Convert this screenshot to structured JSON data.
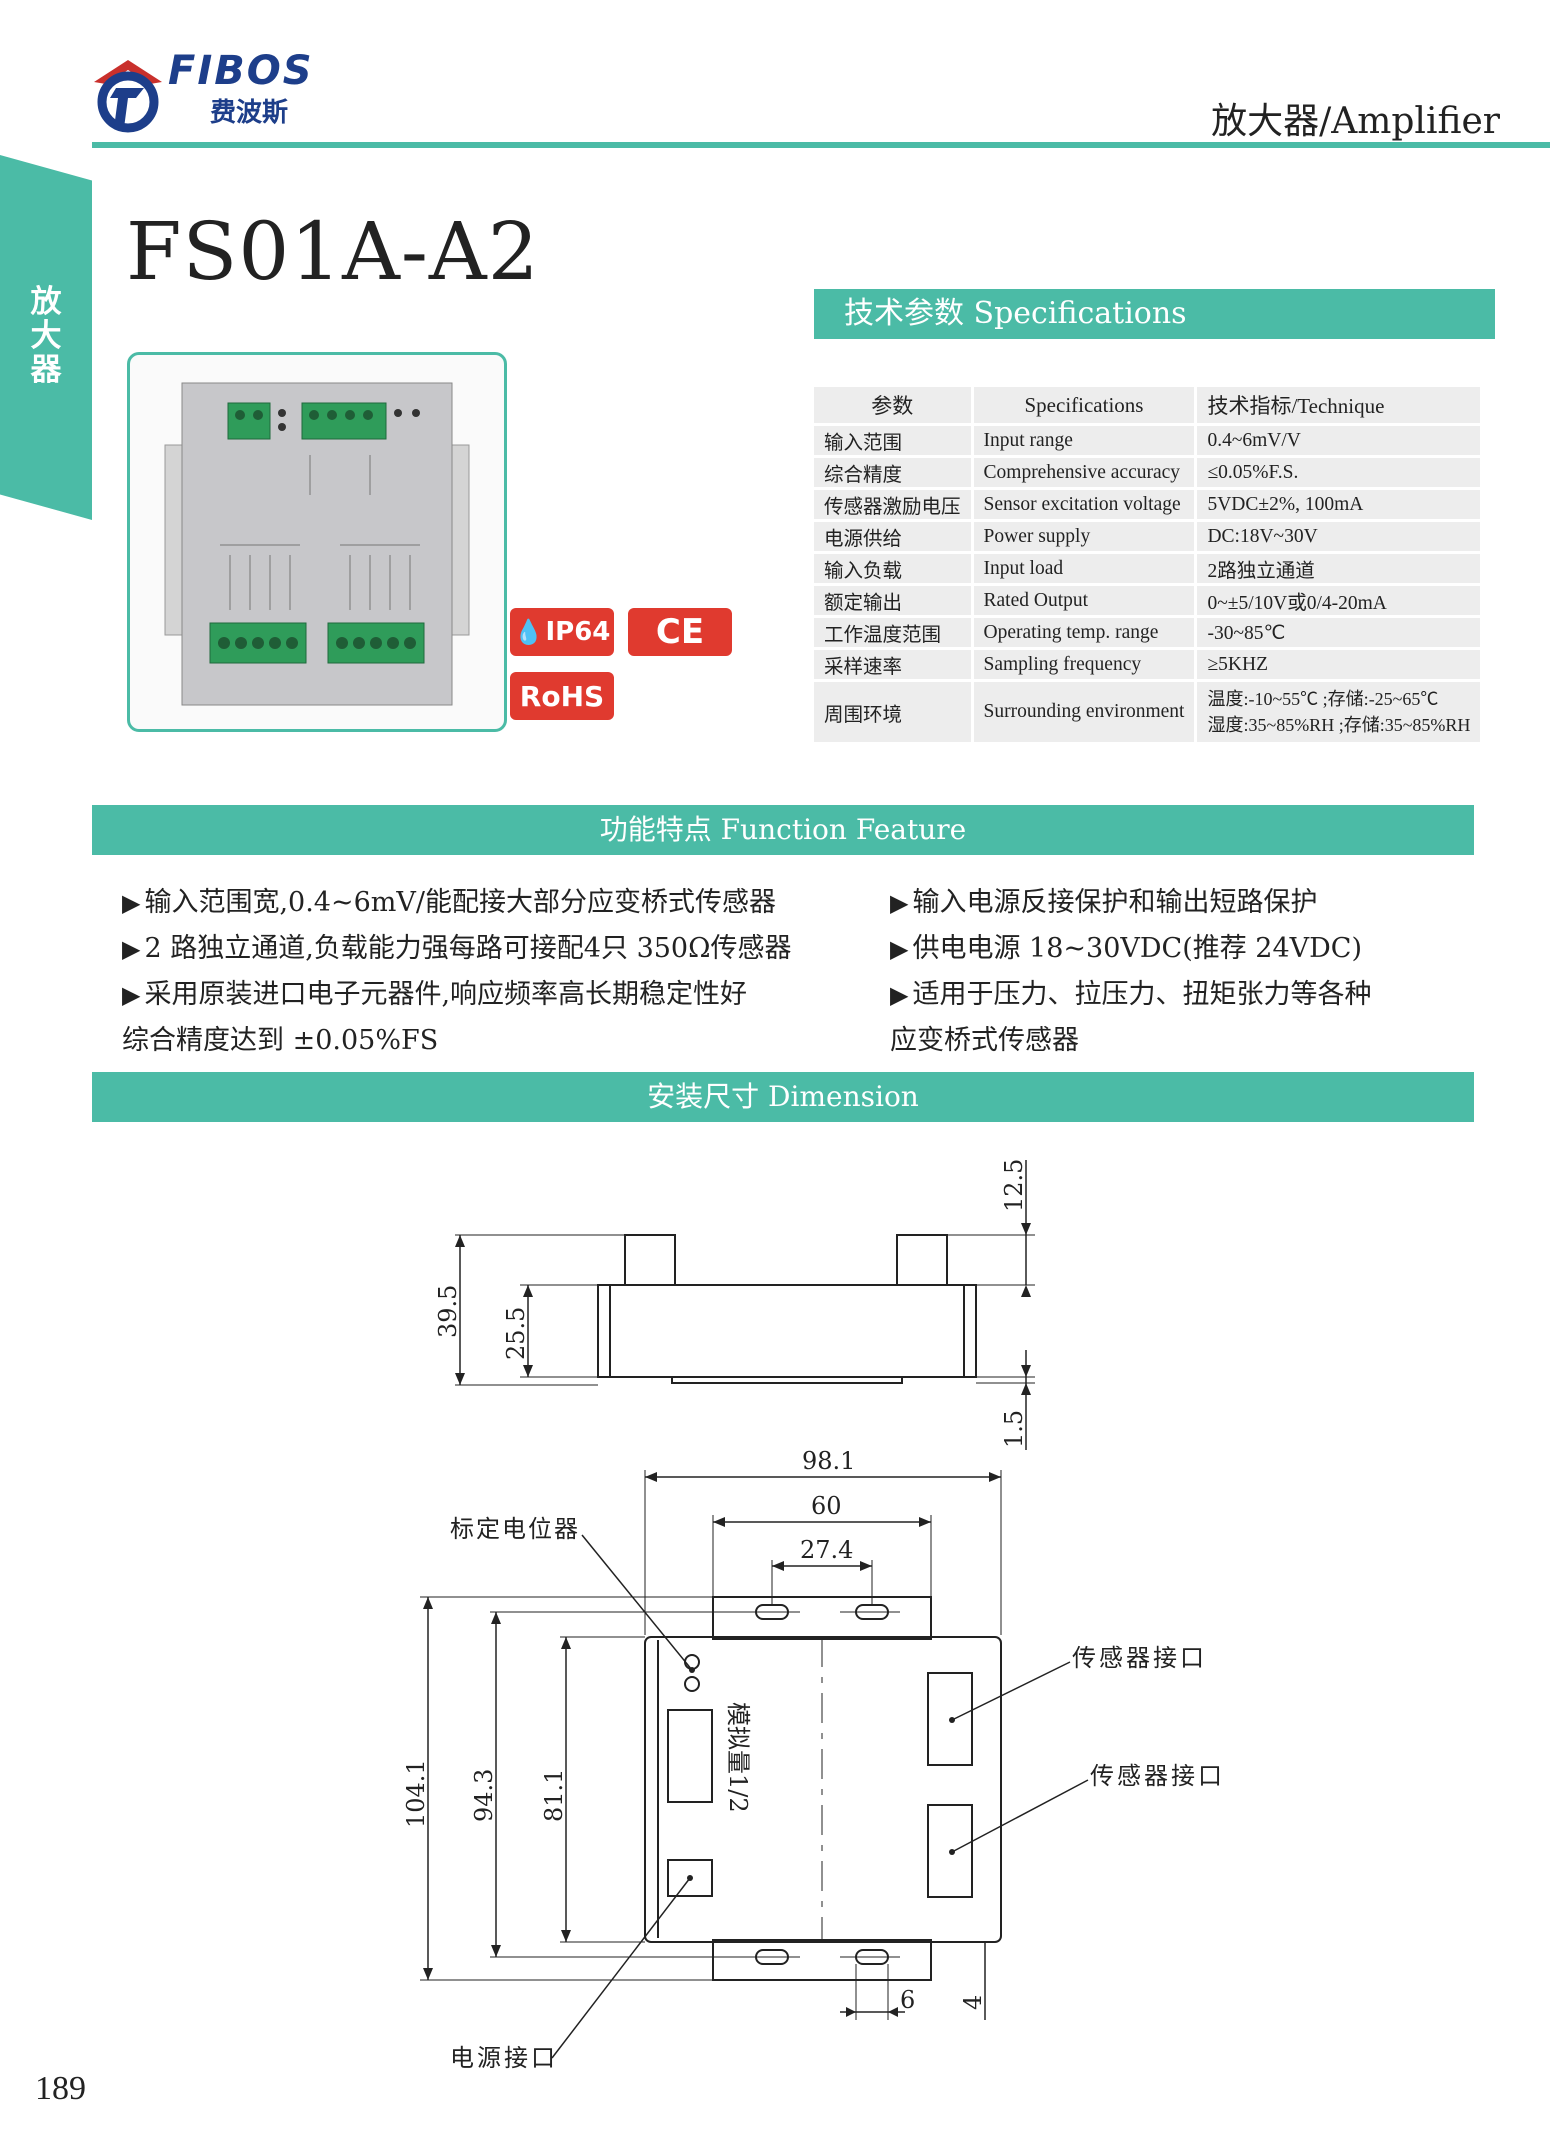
{
  "brand": {
    "logo_text": "FIBOS",
    "logo_cn": "费波斯"
  },
  "header": {
    "category": "放大器/Amplifier"
  },
  "side_tab": {
    "label": "放大器"
  },
  "product": {
    "model": "FS01A-A2"
  },
  "badges": {
    "ip": "IP64",
    "ce": "CE",
    "rohs": "RoHS"
  },
  "specifications": {
    "title": "技术参数 Specifications",
    "headers": [
      "参数",
      "Specifications",
      "技术指标/Technique"
    ],
    "rows": [
      [
        "输入范围",
        "Input range",
        "0.4~6mV/V"
      ],
      [
        "综合精度",
        "Comprehensive accuracy",
        "≤0.05%F.S."
      ],
      [
        "传感器激励电压",
        "Sensor excitation voltage",
        "5VDC±2%, 100mA"
      ],
      [
        "电源供给",
        "Power supply",
        "DC:18V~30V"
      ],
      [
        "输入负载",
        "Input load",
        "2路独立通道"
      ],
      [
        "额定输出",
        "Rated Output",
        "0~±5/10V或0/4-20mA"
      ],
      [
        "工作温度范围",
        "Operating temp. range",
        "-30~85℃"
      ],
      [
        "采样速率",
        "Sampling frequency",
        "≥5KHZ"
      ]
    ],
    "env_row": {
      "param": "周围环境",
      "spec": "Surrounding environment",
      "line1": "温度:-10~55℃ ;存储:-25~65℃",
      "line2": "湿度:35~85%RH ;存储:35~85%RH"
    }
  },
  "features": {
    "title": "功能特点 Function Feature",
    "left": [
      "输入范围宽,0.4~6mV/能配接大部分应变桥式传感器",
      "2 路独立通道,负载能力强每路可接配4只 350Ω传感器",
      "采用原装进口电子元器件,响应频率高长期稳定性好"
    ],
    "left_cont": "综合精度达到 ±0.05%FS",
    "right": [
      "输入电源反接保护和输出短路保护",
      "供电电源 18~30VDC(推荐 24VDC)",
      "适用于压力、拉压力、扭矩张力等各种"
    ],
    "right_cont": "应变桥式传感器"
  },
  "dimension": {
    "title": "安装尺寸 Dimension",
    "dims": {
      "d12_5": "12.5",
      "d39_5": "39.5",
      "d25_5": "25.5",
      "d1_5": "1.5",
      "d98_1": "98.1",
      "d60": "60",
      "d27_4": "27.4",
      "d104_1": "104.1",
      "d94_3": "94.3",
      "d81_1": "81.1",
      "d6": "6",
      "d4": "4"
    },
    "labels": {
      "calib_pot": "标定电位器",
      "sensor_port_1": "传感器接口",
      "sensor_port_2": "传感器接口",
      "power_port": "电源接口",
      "analog": "模拟量1/2"
    }
  },
  "page_number": "189"
}
